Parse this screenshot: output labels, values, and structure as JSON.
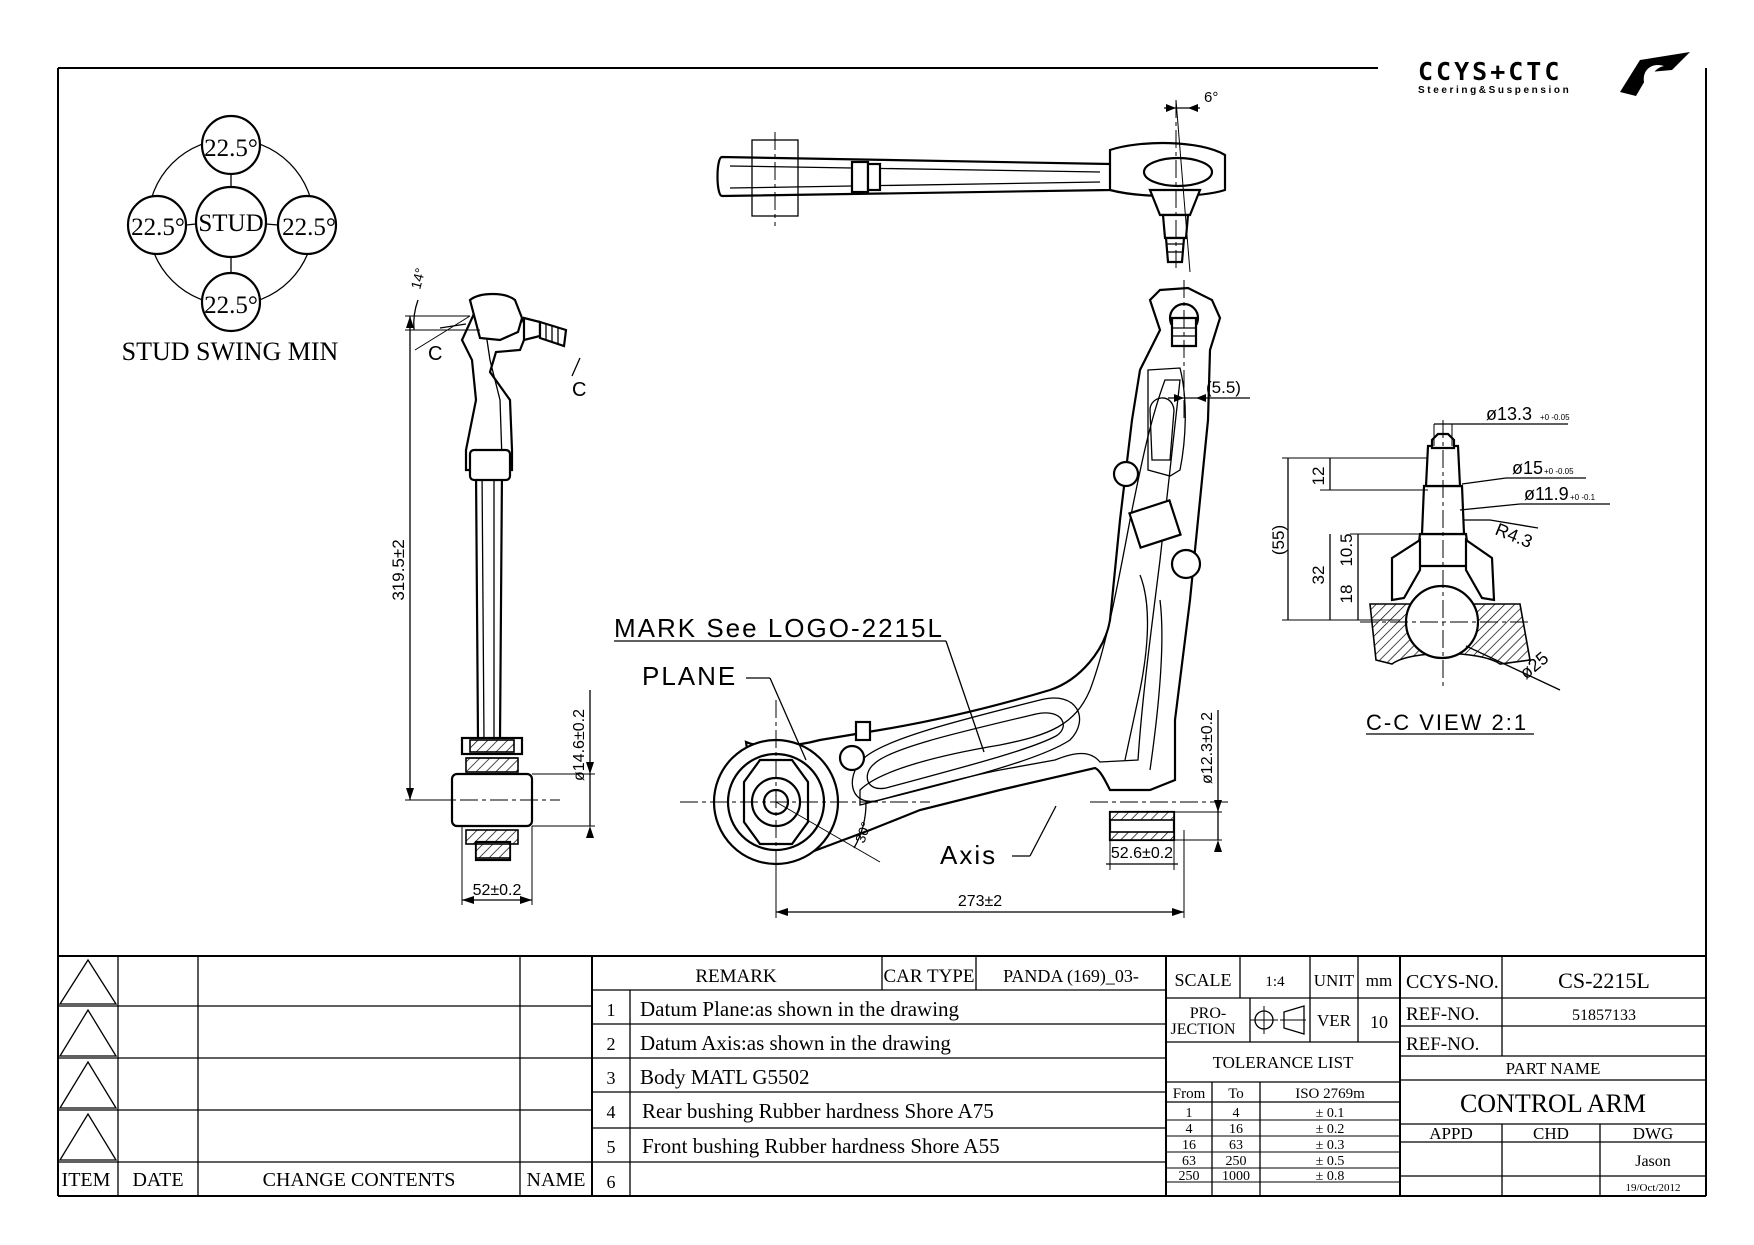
{
  "brand": {
    "logo_text": "CCYS+CTC",
    "logo_tagline": "Steering&Suspension"
  },
  "stud_swing": {
    "title": "STUD SWING MIN",
    "center_label": "STUD",
    "top": "22.5°",
    "left": "22.5°",
    "right": "22.5°",
    "bottom": "22.5°"
  },
  "side_view": {
    "angle": "14°",
    "section_mark_1": "C",
    "section_mark_2": "C",
    "height_dim": "319.5±2",
    "bush_dia_dim": "ø14.6±0.2",
    "width_dim": "52±0.2"
  },
  "top_view": {
    "angle": "6°"
  },
  "main_view": {
    "mark_note": "MARK See LOGO-2215L",
    "plane_note": "PLANE",
    "axis_note": "Axis",
    "angle": "30°",
    "offset_dim": "(5.5)",
    "bush_dia_dim": "ø12.3±0.2",
    "bush_width_dim": "52.6±0.2",
    "length_dim": "273±2"
  },
  "section_view": {
    "title": "C-C VIEW 2:1",
    "dia_1": "ø13.3",
    "dia_1_tol": "+0 -0.05",
    "dia_2": "ø15",
    "dia_2_tol": "+0 -0.05",
    "dia_3": "ø11.9",
    "dia_3_tol": "+0 -0.1",
    "radius": "R4.3",
    "ball_dia": "ø25",
    "total_dim": "(55)",
    "dim_12": "12",
    "dim_32": "32",
    "dim_10_5": "10.5",
    "dim_18": "18"
  },
  "revision_block": {
    "headers": {
      "item": "ITEM",
      "date": "DATE",
      "change": "CHANGE CONTENTS",
      "name": "NAME"
    }
  },
  "remarks": {
    "header": "REMARK",
    "car_type_label": "CAR TYPE",
    "car_type_value": "PANDA (169)_03-",
    "rows": [
      {
        "no": "1",
        "text": "Datum Plane:as shown in the drawing"
      },
      {
        "no": "2",
        "text": "Datum Axis:as shown in the drawing"
      },
      {
        "no": "3",
        "text": "Body MATL G5502"
      },
      {
        "no": "4",
        "text": "Rear bushing Rubber hardness Shore A75"
      },
      {
        "no": "5",
        "text": "Front bushing Rubber hardness Shore A55"
      },
      {
        "no": "6",
        "text": ""
      }
    ]
  },
  "scale_block": {
    "scale_label": "SCALE",
    "scale_value": "1:4",
    "unit_label": "UNIT",
    "unit_value": "mm",
    "projection_label_1": "PRO-",
    "projection_label_2": "JECTION",
    "ver_label": "VER",
    "ver_value": "10"
  },
  "tolerance": {
    "title": "TOLERANCE LIST",
    "col_from": "From",
    "col_to": "To",
    "col_std": "ISO 2769m",
    "rows": [
      {
        "from": "1",
        "to": "4",
        "tol": "± 0.1"
      },
      {
        "from": "4",
        "to": "16",
        "tol": "± 0.2"
      },
      {
        "from": "16",
        "to": "63",
        "tol": "± 0.3"
      },
      {
        "from": "63",
        "to": "250",
        "tol": "± 0.5"
      },
      {
        "from": "250",
        "to": "1000",
        "tol": "± 0.8"
      }
    ]
  },
  "title_block": {
    "ccys_no_label": "CCYS-NO.",
    "ccys_no_value": "CS-2215L",
    "ref_no_label_1": "REF-NO.",
    "ref_no_value_1": "51857133",
    "ref_no_label_2": "REF-NO.",
    "ref_no_value_2": "",
    "part_name_label": "PART NAME",
    "part_name_value": "CONTROL ARM",
    "appd_label": "APPD",
    "chd_label": "CHD",
    "dwg_label": "DWG",
    "drawn_by": "Jason",
    "date": "19/Oct/2012"
  }
}
